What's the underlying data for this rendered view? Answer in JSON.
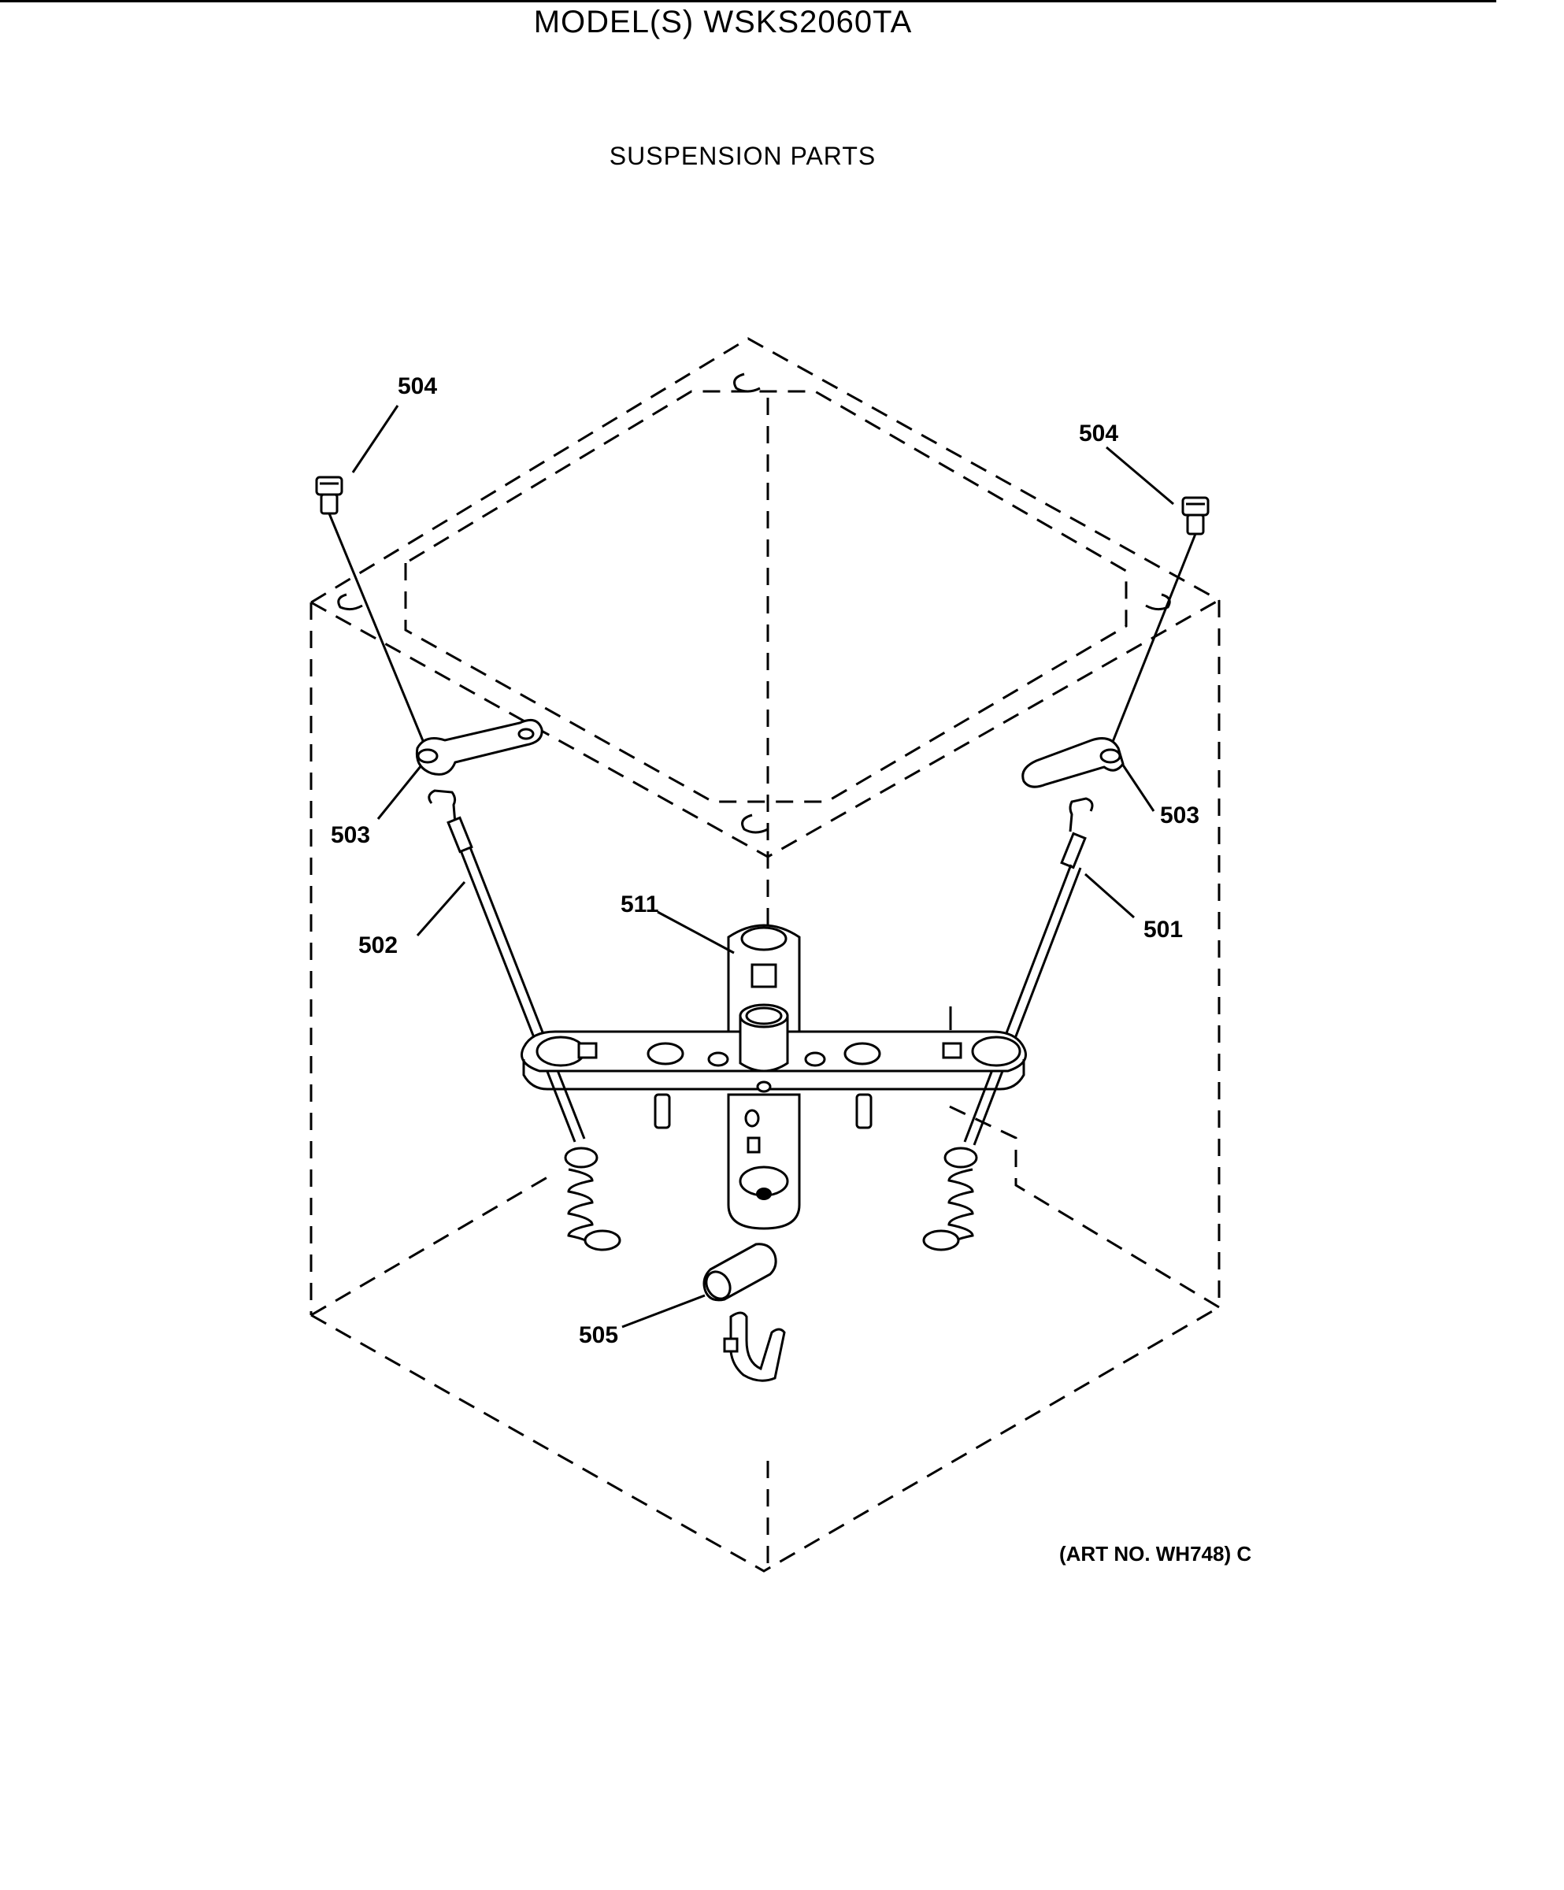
{
  "header": {
    "model_title": "MODEL(S) WSKS2060TA",
    "section_title": "SUSPENSION PARTS"
  },
  "footer": {
    "art_no": "(ART NO. WH748) C"
  },
  "callouts": {
    "c504_left": "504",
    "c504_right": "504",
    "c503_left": "503",
    "c503_right": "503",
    "c502": "502",
    "c501": "501",
    "c511": "511",
    "c505": "505"
  }
}
